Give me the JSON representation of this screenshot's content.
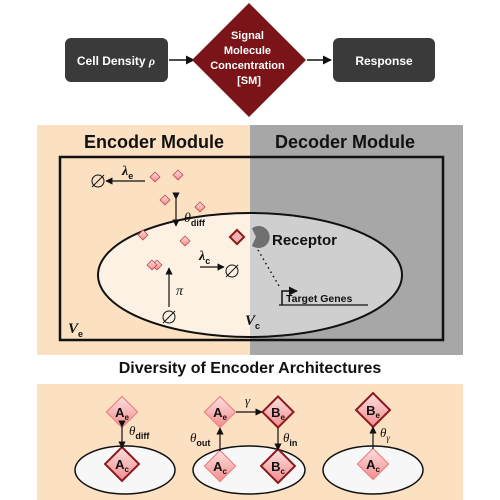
{
  "flow": {
    "input_label": "Cell Density ",
    "input_symbol": "ρ",
    "center_lines": [
      "Signal",
      "Molecule",
      "Concentration",
      "[SM]"
    ],
    "output_label": "Response"
  },
  "panel": {
    "encoder_title": "Encoder Module",
    "decoder_title": "Decoder Module",
    "receptor_label": "Receptor",
    "target_genes_label": "Target Genes",
    "v_outer": "V",
    "v_outer_sub": "e",
    "v_inner": "V",
    "v_inner_sub": "c",
    "lambda": "λ",
    "lambda_e_sub": "e",
    "lambda_c_sub": "c",
    "theta": "θ",
    "theta_diff_sub": "diff",
    "pi": "π"
  },
  "section_title": "Diversity of Encoder Architectures",
  "architectures": {
    "a_letter": "A",
    "b_letter": "B",
    "sub_e": "e",
    "sub_c": "c",
    "theta": "θ",
    "gamma": "γ",
    "sub_diff": "diff",
    "sub_out": "out",
    "sub_in": "in"
  },
  "colors": {
    "dark_box": "#3a3a3a",
    "sm_diamond": "#7a1418",
    "encoder_bg": "#fbe0c2",
    "decoder_bg": "#a7a7a7",
    "molecule_fill": "#f5a3a3",
    "molecule_stroke": "#a01e24"
  }
}
